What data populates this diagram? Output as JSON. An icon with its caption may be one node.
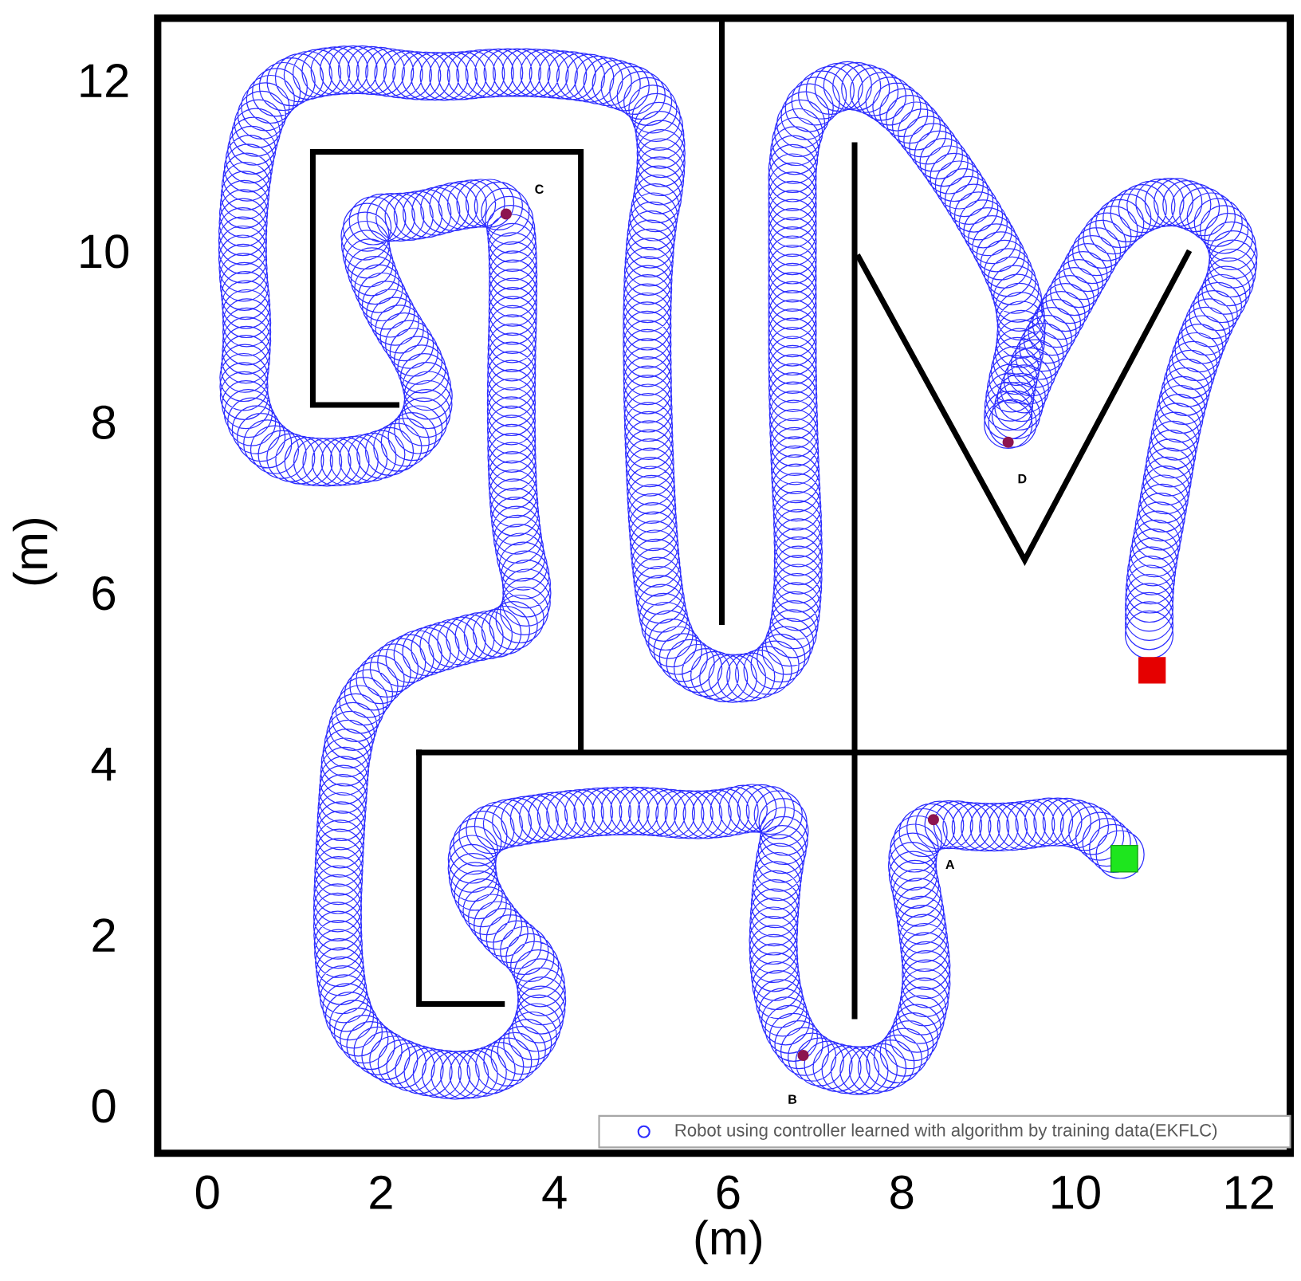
{
  "diagram": {
    "labels": [
      "C",
      "D",
      "A",
      "B",
      "12",
      "10",
      "8",
      "6",
      "4",
      "2",
      "0",
      "(m)",
      "0",
      "2",
      "4",
      "6",
      "8",
      "10",
      "12",
      "(m)"
    ],
    "legend": [
      {
        "text": "Robot using controller learned with algorithm by training data(EKFLC)"
      }
    ]
  }
}
